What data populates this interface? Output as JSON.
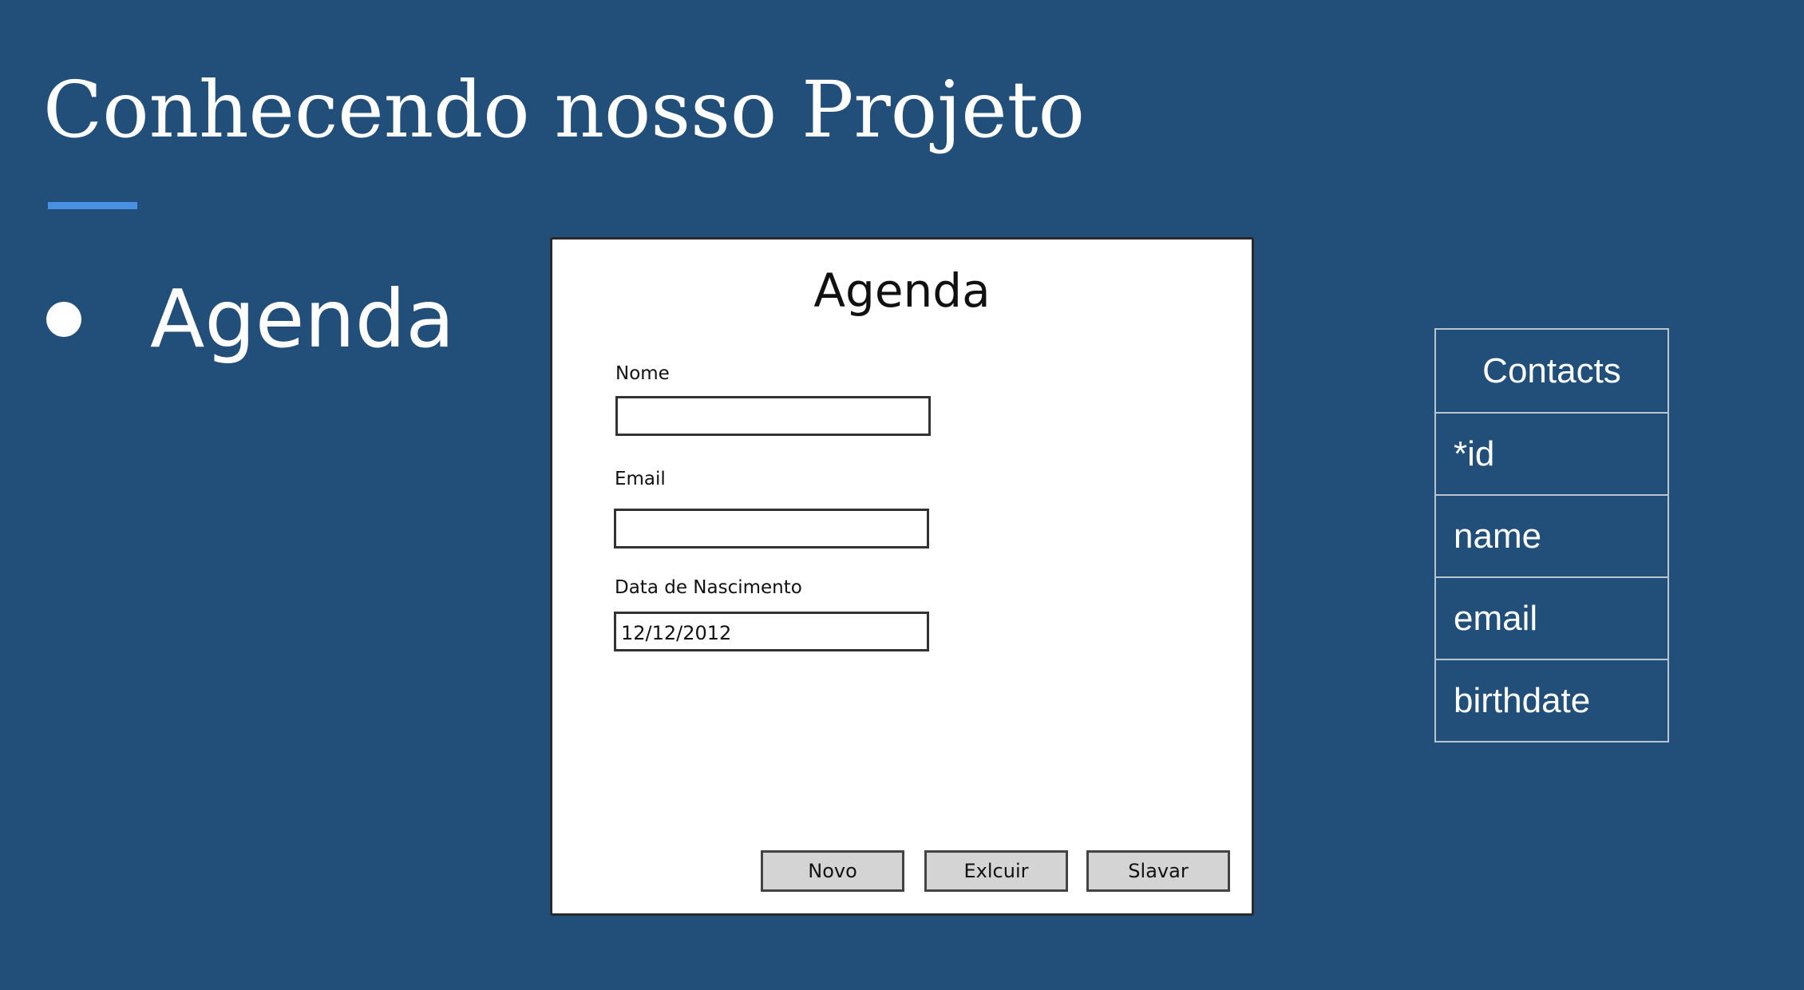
{
  "slide": {
    "title": "Conhecendo nosso Projeto",
    "bullet": "Agenda"
  },
  "mockup": {
    "title": "Agenda",
    "fields": [
      {
        "label": "Nome",
        "value": ""
      },
      {
        "label": "Email",
        "value": ""
      },
      {
        "label": "Data de Nascimento",
        "value": "12/12/2012"
      }
    ],
    "buttons": [
      "Novo",
      "Exlcuir",
      "Slavar"
    ]
  },
  "table": {
    "header": "Contacts",
    "rows": [
      "*id",
      "name",
      "email",
      "birthdate"
    ]
  },
  "colors": {
    "background": "#224f79",
    "accent": "#4a90e2"
  }
}
